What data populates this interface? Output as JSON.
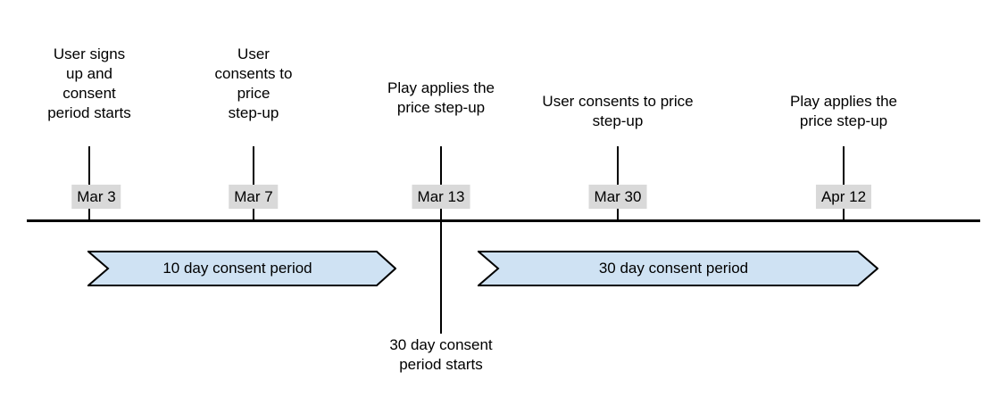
{
  "diagram": {
    "type": "timeline",
    "events": [
      {
        "date": "Mar 3",
        "label": "User signs\nup and\nconsent\nperiod starts"
      },
      {
        "date": "Mar 7",
        "label": "User\nconsents to\nprice\nstep-up"
      },
      {
        "date": "Mar 13",
        "label": "Play applies the\nprice step-up"
      },
      {
        "date": "Mar 30",
        "label": "User consents to price\nstep-up"
      },
      {
        "date": "Apr 12",
        "label": "Play applies the\nprice step-up"
      }
    ],
    "periods": [
      {
        "label": "10 day consent period"
      },
      {
        "label": "30 day consent period"
      }
    ],
    "annotation": "30 day consent\nperiod starts"
  },
  "colors": {
    "banner_fill": "#cfe2f3",
    "banner_stroke": "#000000",
    "date_bg": "#d9d9d9",
    "line": "#000000",
    "text": "#000000"
  }
}
